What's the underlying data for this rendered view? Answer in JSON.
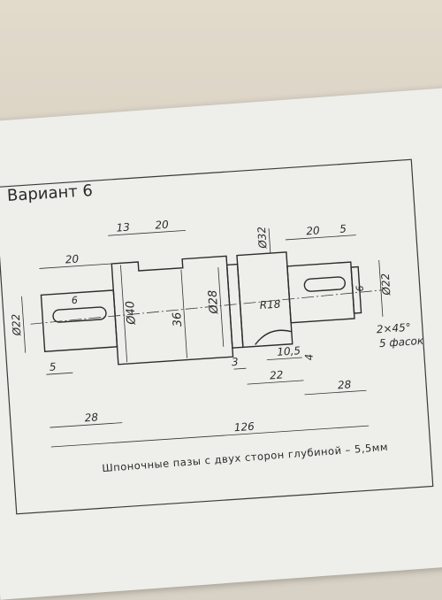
{
  "title": "Вариант 6",
  "caption": "Шпоночные пазы с двух сторон глубиной – 5,5мм",
  "dimensions": {
    "d13": "13",
    "d20_top": "20",
    "d20_left": "20",
    "d6_left": "6",
    "d22_left": "Ø22",
    "d40": "Ø40",
    "d36": "36",
    "d28_dia": "Ø28",
    "d32": "Ø32",
    "r18": "R18",
    "d20_right": "20",
    "d5_right": "5",
    "d6_right": "6",
    "d22_right": "Ø22",
    "chamfer": "2×45°",
    "chamfer_count": "5 фасок",
    "d5_left": "5",
    "d3": "3",
    "d10_5": "10,5",
    "d4": "4",
    "d22_bottom": "22",
    "d28_right": "28",
    "d28_left": "28",
    "d126": "126"
  }
}
